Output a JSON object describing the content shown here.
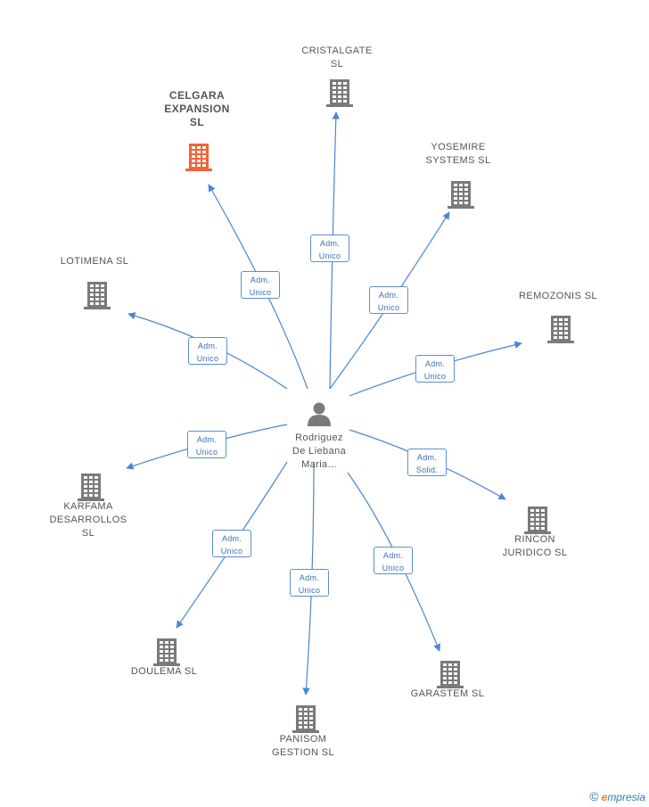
{
  "colors": {
    "edge": "#4a86d4",
    "building": "#7a7a7a",
    "building_highlight": "#f0643c",
    "person": "#7a7a7a"
  },
  "person": {
    "name": "Rodriguez\nDe Liebana\nMaria..."
  },
  "companies": [
    {
      "id": "cristalgate",
      "label": "CRISTALGATE\nSL",
      "highlight": false
    },
    {
      "id": "celgara",
      "label": "CELGARA\nEXPANSION\nSL",
      "highlight": true
    },
    {
      "id": "yosemire",
      "label": "YOSEMIRE\nSYSTEMS SL",
      "highlight": false
    },
    {
      "id": "lotimena",
      "label": "LOTIMENA SL",
      "highlight": false
    },
    {
      "id": "remozonis",
      "label": "REMOZONIS SL",
      "highlight": false
    },
    {
      "id": "karfama",
      "label": "KARFAMA\nDESARROLLOS\nSL",
      "highlight": false
    },
    {
      "id": "rincon",
      "label": "RINCON\nJURIDICO SL",
      "highlight": false
    },
    {
      "id": "doulema",
      "label": "DOULEMA SL",
      "highlight": false
    },
    {
      "id": "garastem",
      "label": "GARASTEM SL",
      "highlight": false
    },
    {
      "id": "panisom",
      "label": "PANISOM\nGESTION SL",
      "highlight": false
    }
  ],
  "relations": [
    {
      "target": "cristalgate",
      "line1": "Adm.",
      "line2": "Unico"
    },
    {
      "target": "celgara",
      "line1": "Adm.",
      "line2": "Unico"
    },
    {
      "target": "yosemire",
      "line1": "Adm.",
      "line2": "Unico"
    },
    {
      "target": "lotimena",
      "line1": "Adm.",
      "line2": "Unico"
    },
    {
      "target": "remozonis",
      "line1": "Adm.",
      "line2": "Unico"
    },
    {
      "target": "karfama",
      "line1": "Adm.",
      "line2": "Unico"
    },
    {
      "target": "rincon",
      "line1": "Adm.",
      "line2": "Solid."
    },
    {
      "target": "doulema",
      "line1": "Adm.",
      "line2": "Unico"
    },
    {
      "target": "garastem",
      "line1": "Adm.",
      "line2": "Unico"
    },
    {
      "target": "panisom",
      "line1": "Adm.",
      "line2": "Unico"
    }
  ],
  "watermark": {
    "copyright": "©",
    "brand_initial": "e",
    "brand_rest": "mpresia"
  }
}
